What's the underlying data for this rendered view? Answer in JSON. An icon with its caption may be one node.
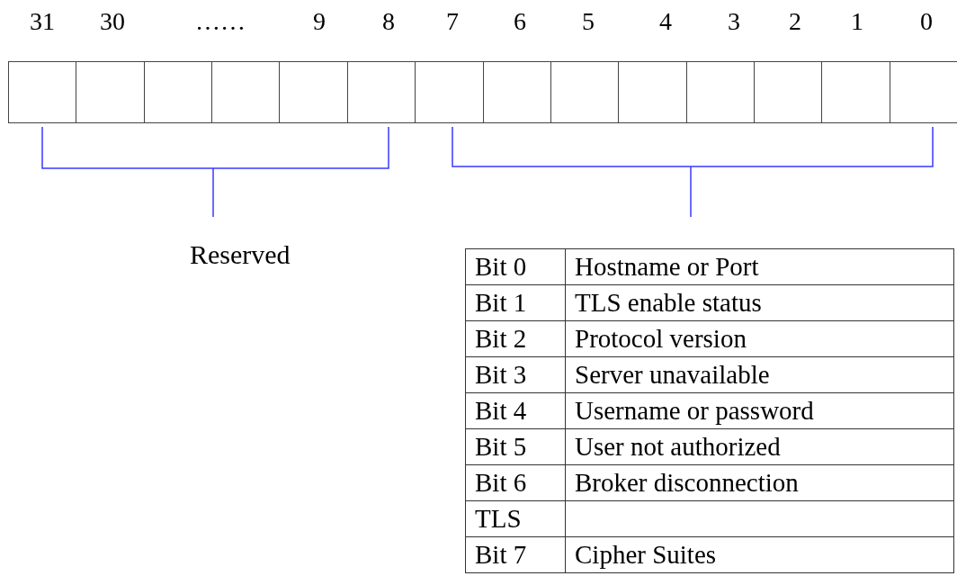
{
  "diagram": {
    "labels": [
      "31",
      "30",
      "……",
      "9",
      "8",
      "7",
      "6",
      "5",
      "4",
      "3",
      "2",
      "1",
      "0",
      "Reserved",
      "Bit 0",
      "Hostname or Port",
      "Bit 1",
      "TLS enable status",
      "Bit 2",
      "Protocol version",
      "Bit 3",
      "Server unavailable",
      "Bit 4",
      "Username or password",
      "Bit 5",
      "User not authorized",
      "Bit 6",
      "Broker disconnection",
      "TLS",
      "Bit 7",
      "Cipher Suites"
    ]
  }
}
